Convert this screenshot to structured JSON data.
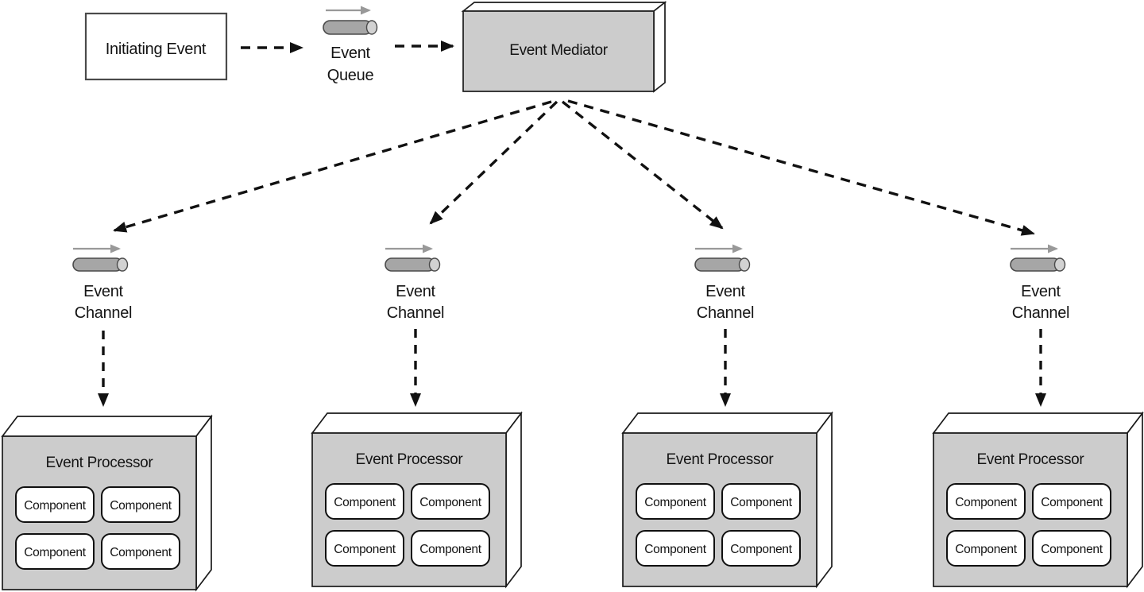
{
  "nodes": {
    "initiating_event": {
      "label": "Initiating Event"
    },
    "event_queue": {
      "line1": "Event",
      "line2": "Queue"
    },
    "event_mediator": {
      "label": "Event Mediator"
    },
    "event_channels": [
      {
        "line1": "Event",
        "line2": "Channel"
      },
      {
        "line1": "Event",
        "line2": "Channel"
      },
      {
        "line1": "Event",
        "line2": "Channel"
      },
      {
        "line1": "Event",
        "line2": "Channel"
      }
    ],
    "event_processors": [
      {
        "title": "Event Processor",
        "components": [
          "Component",
          "Component",
          "Component",
          "Component"
        ]
      },
      {
        "title": "Event Processor",
        "components": [
          "Component",
          "Component",
          "Component",
          "Component"
        ]
      },
      {
        "title": "Event Processor",
        "components": [
          "Component",
          "Component",
          "Component",
          "Component"
        ]
      },
      {
        "title": "Event Processor",
        "components": [
          "Component",
          "Component",
          "Component",
          "Component"
        ]
      }
    ]
  },
  "colors": {
    "face_gray": "#cccccc",
    "side_white": "#ffffff",
    "border_dark": "#1b1b1b",
    "cylinder_gray": "#a6a6a6",
    "cylinder_cap": "#d2d2d2",
    "flow_arrow_gray": "#999999",
    "arrow_black": "#111111",
    "background": "#ffffff"
  }
}
